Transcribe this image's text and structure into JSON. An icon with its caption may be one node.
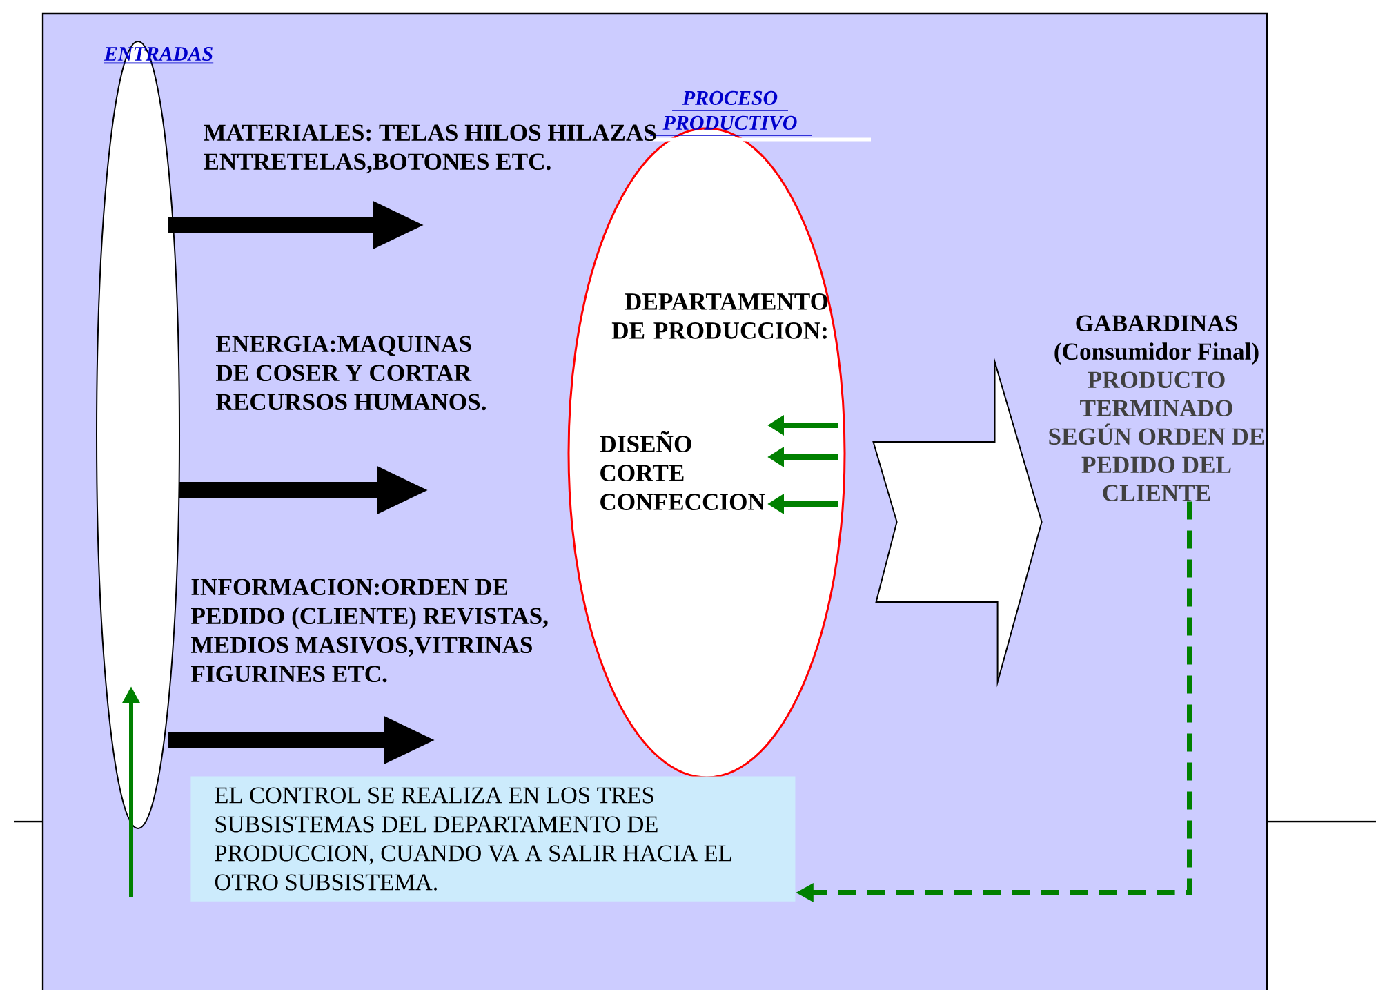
{
  "diagram": {
    "nodes": [
      {
        "text": [
          "ENTRADAS"
        ]
      },
      {
        "text": [
          "PROCESO PRODUCTIVO",
          "DEPARTAMENTO DE PRODUCCION:",
          "DISEÑO CORTE CONFECCION"
        ]
      },
      {
        "text": [
          "GABARDINAS (Consumidor Final)",
          "PRODUCTO TERMINADO SEGÚN ORDEN DE PEDIDO DEL CLIENTE"
        ]
      },
      {
        "text": [
          "EL CONTROL SE REALIZA EN LOS TRES SUBSISTEMAS DEL DEPARTAMENTO DE PRODUCCION, CUANDO VA A SALIR HACIA EL OTRO SUBSISTEMA."
        ]
      }
    ],
    "edges": [
      {
        "from": 0,
        "to": null,
        "arrow": "to",
        "label": "MATERIALES: TELAS HILOS HILAZAS ENTRETELAS,BOTONES ETC."
      },
      {
        "from": 0,
        "to": null,
        "arrow": "to",
        "label": "ENERGIA:MAQUINAS DE COSER Y CORTAR RECURSOS HUMANOS."
      },
      {
        "from": 0,
        "to": null,
        "arrow": "to",
        "label": "INFORMACION:ORDEN DE PEDIDO (CLIENTE) REVISTAS, MEDIOS MASIVOS,VITRINAS FIGURINES ETC."
      },
      {
        "from": 1,
        "to": 2,
        "arrow": "to"
      },
      {
        "from": 2,
        "to": 3,
        "arrow": "to",
        "style": "dashed",
        "color": "#008000"
      }
    ]
  }
}
